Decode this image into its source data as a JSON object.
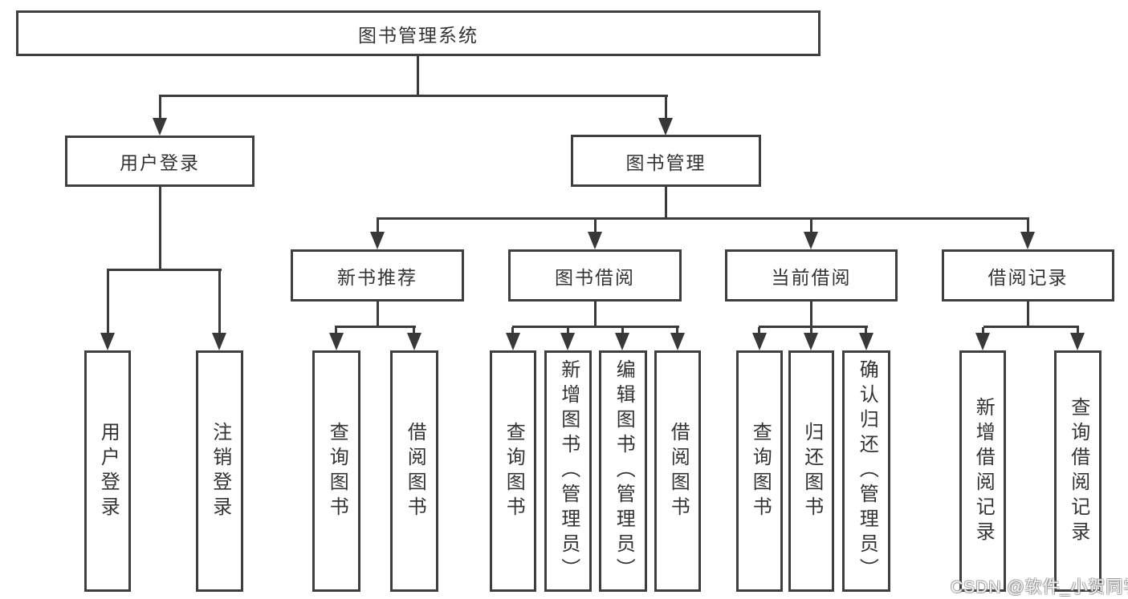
{
  "tree": {
    "root": "图书管理系统",
    "user": {
      "label": "用户登录",
      "leaves": [
        "用户登录",
        "注销登录"
      ]
    },
    "mgmt": {
      "label": "图书管理",
      "groups": [
        {
          "label": "新书推荐",
          "leaves": [
            "查询图书",
            "借阅图书"
          ]
        },
        {
          "label": "图书借阅",
          "leaves": [
            "查询图书",
            "新增图书（管理员）",
            "编辑图书（管理员）",
            "借阅图书"
          ]
        },
        {
          "label": "当前借阅",
          "leaves": [
            "查询图书",
            "归还图书",
            "确认归还（管理员）"
          ]
        },
        {
          "label": "借阅记录",
          "leaves": [
            "新增借阅记录",
            "查询借阅记录"
          ]
        }
      ]
    }
  },
  "watermark": "CSDN @软件_小贺同学",
  "colors": {
    "line": "#3b3b3b",
    "border": "#3f3f3f",
    "text": "#333333",
    "background": "#ffffff",
    "watermark": "#c9c9c9"
  }
}
